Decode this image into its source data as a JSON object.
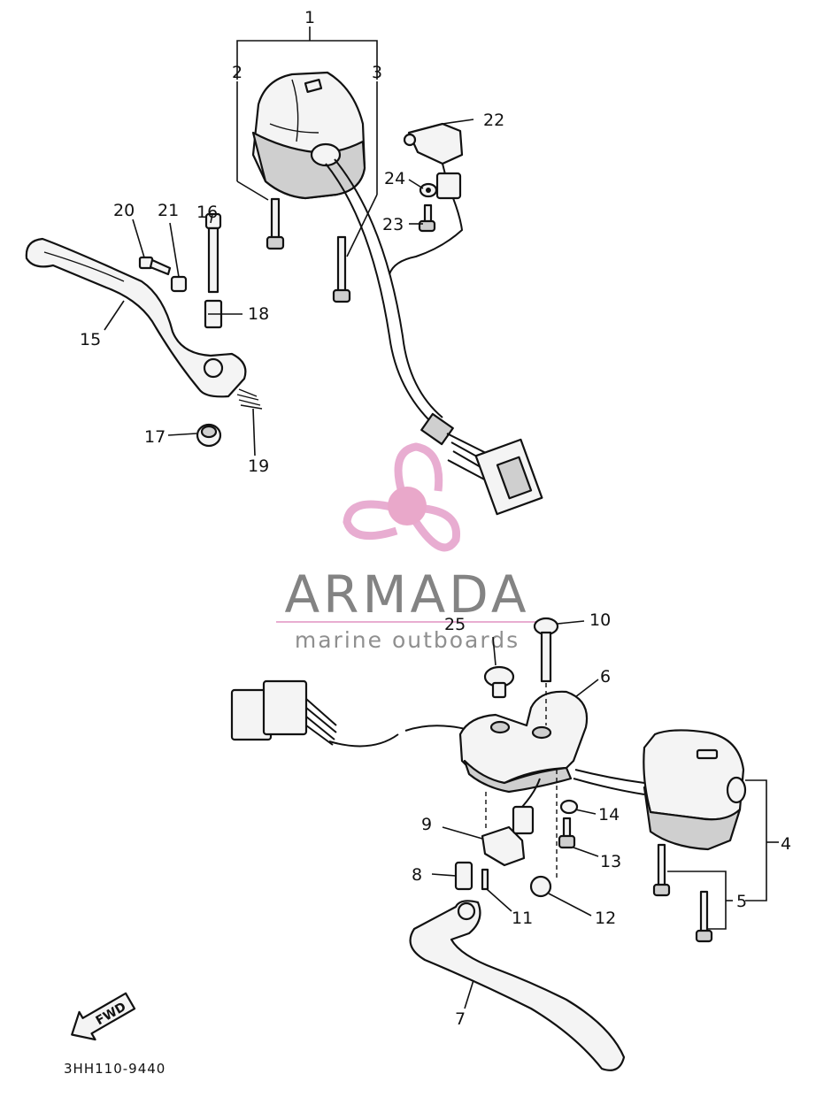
{
  "callouts": {
    "c1": "1",
    "c2": "2",
    "c3": "3",
    "c4": "4",
    "c5": "5",
    "c6": "6",
    "c7": "7",
    "c8": "8",
    "c9": "9",
    "c10": "10",
    "c11": "11",
    "c12": "12",
    "c13": "13",
    "c14": "14",
    "c15": "15",
    "c16": "16",
    "c17": "17",
    "c18": "18",
    "c19": "19",
    "c20": "20",
    "c21": "21",
    "c22": "22",
    "c23": "23",
    "c24": "24",
    "c25": "25"
  },
  "watermark": {
    "brand": "ARMADA",
    "tagline": "marine outboards",
    "colors": {
      "propeller": "#e7a9cf",
      "hub": "#e8a4c8",
      "text": "#7d7d7d",
      "rule": "#e7a9cf"
    }
  },
  "direction_badge": {
    "label": "FWD",
    "icon": "arrow-left-icon"
  },
  "drawing_code": "3HH110-9440"
}
